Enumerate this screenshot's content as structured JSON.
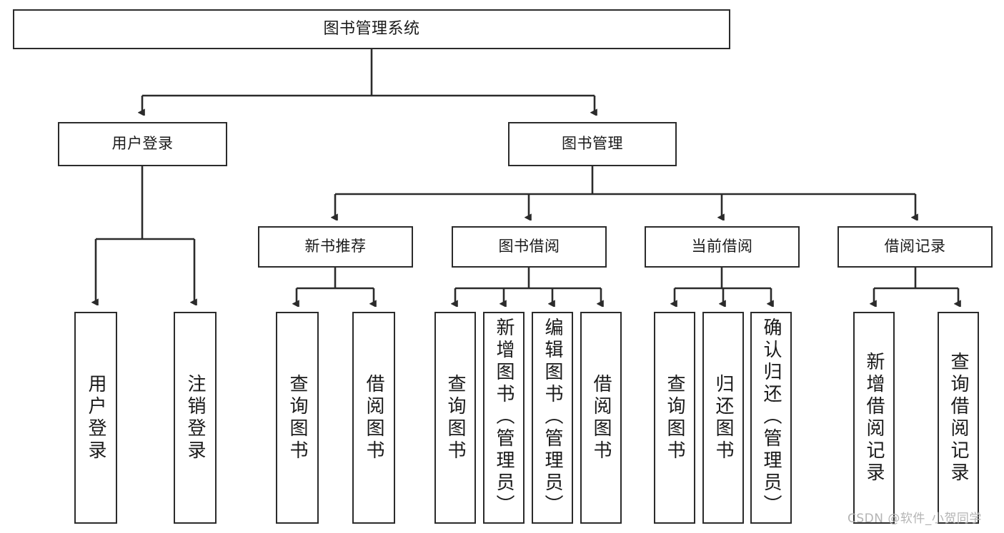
{
  "diagram": {
    "title": "图书管理系统",
    "type": "hierarchy-tree",
    "root": {
      "id": "root",
      "label": "图书管理系统"
    },
    "level2": [
      {
        "id": "user-login",
        "label": "用户登录"
      },
      {
        "id": "book-manage",
        "label": "图书管理"
      }
    ],
    "level3": [
      {
        "id": "new-book-recommend",
        "label": "新书推荐"
      },
      {
        "id": "book-borrow",
        "label": "图书借阅"
      },
      {
        "id": "current-borrow",
        "label": "当前借阅"
      },
      {
        "id": "borrow-record",
        "label": "借阅记录"
      }
    ],
    "leaves": {
      "user_login": [
        {
          "id": "leaf-user-login",
          "label": "用户登录"
        },
        {
          "id": "leaf-logout-login",
          "label": "注销登录"
        }
      ],
      "new_book_recommend": [
        {
          "id": "leaf-query-book-1",
          "label": "查询图书"
        },
        {
          "id": "leaf-borrow-book-1",
          "label": "借阅图书"
        }
      ],
      "book_borrow": [
        {
          "id": "leaf-query-book-2",
          "label": "查询图书"
        },
        {
          "id": "leaf-add-book",
          "label": "新增图书（管理员）"
        },
        {
          "id": "leaf-edit-book",
          "label": "编辑图书（管理员）"
        },
        {
          "id": "leaf-borrow-book-2",
          "label": "借阅图书"
        }
      ],
      "current_borrow": [
        {
          "id": "leaf-query-book-3",
          "label": "查询图书"
        },
        {
          "id": "leaf-return-book",
          "label": "归还图书"
        },
        {
          "id": "leaf-confirm-return",
          "label": "确认归还（管理员）"
        }
      ],
      "borrow_record": [
        {
          "id": "leaf-add-record",
          "label": "新增借阅记录"
        },
        {
          "id": "leaf-query-record",
          "label": "查询借阅记录"
        }
      ]
    }
  },
  "watermark": {
    "text": "CSDN @软件_小贺同学"
  },
  "colors": {
    "border": "#2b2b2b",
    "text": "#1a1a1a",
    "background": "#ffffff",
    "watermark": "#b4b4b4"
  }
}
